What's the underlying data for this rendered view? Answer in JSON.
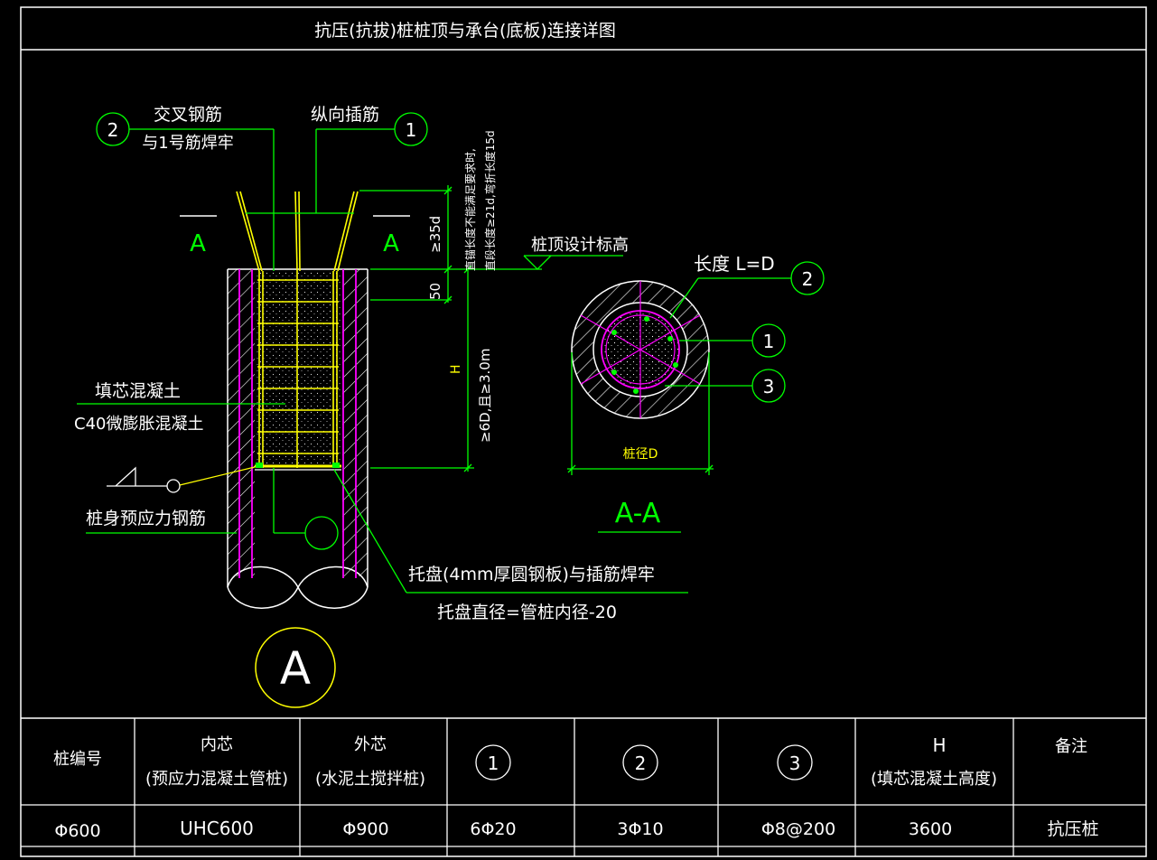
{
  "title": "抗压(抗拔)桩桩顶与承台(底板)连接详图",
  "colors": {
    "background": "#000000",
    "frame": "#ffffff",
    "leader": "#00ff00",
    "rebar": "#ffff00",
    "pile_shell": "#ff00ff",
    "text": "#ffffff"
  },
  "elevation": {
    "label_cross_rebar_1": "交叉钢筋",
    "label_cross_rebar_2": "与1号筋焊牢",
    "label_long_rebar": "纵向插筋",
    "section_mark": "A",
    "dim_35d": "≥35d",
    "dim_50": "50",
    "dim_h_symbol": "H",
    "dim_h_value": "≥6D,且≥3.0m",
    "note_line_1": "直锚长度不能满足要求时,",
    "note_line_2": "直段长度≥21d,弯折长度15d",
    "pile_top_label": "桩顶设计标高",
    "fill_concrete_1": "填芯混凝土",
    "fill_concrete_2": "C40微膨胀混凝土",
    "prestress_rebar": "桩身预应力钢筋",
    "tray_1": "托盘(4mm厚圆钢板)与插筋焊牢",
    "tray_2": "托盘直径=管桩内径-20",
    "detail_mark": "A"
  },
  "section": {
    "length_label": "长度 L=D",
    "diameter_label": "桩径D",
    "title": "A-A",
    "callouts": [
      "①",
      "②",
      "③"
    ]
  },
  "table": {
    "headers": [
      {
        "l1": "桩编号",
        "l2": ""
      },
      {
        "l1": "内芯",
        "l2": "(预应力混凝土管桩)"
      },
      {
        "l1": "外芯",
        "l2": "(水泥土搅拌桩)"
      },
      {
        "l1": "①",
        "l2": ""
      },
      {
        "l1": "②",
        "l2": ""
      },
      {
        "l1": "③",
        "l2": ""
      },
      {
        "l1": "H",
        "l2": "(填芯混凝土高度)"
      },
      {
        "l1": "备注",
        "l2": ""
      }
    ],
    "row": [
      "Φ600",
      "UHC600",
      "Φ900",
      "6Φ20",
      "3Φ10",
      "Φ8@200",
      "3600",
      "抗压桩"
    ]
  }
}
